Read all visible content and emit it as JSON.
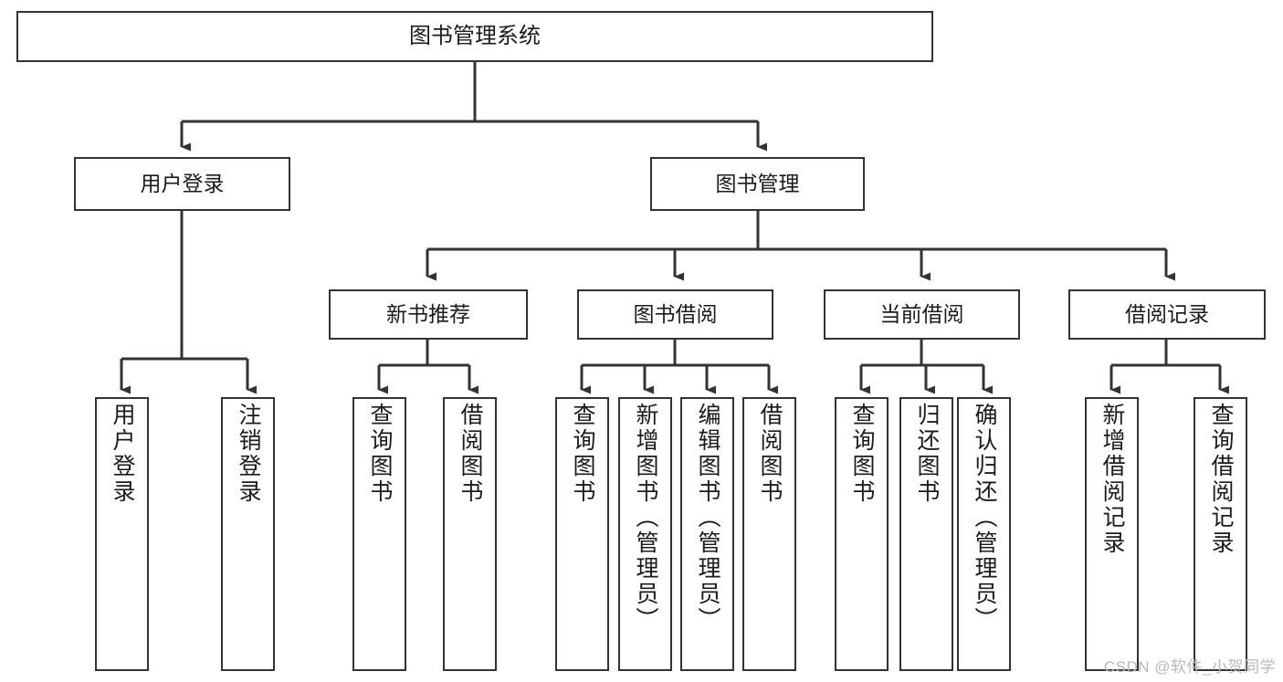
{
  "diagram": {
    "title": "图书管理系统",
    "watermark": "CSDN @软件_小贺同学",
    "stroke_color": "#333333",
    "background_color": "#ffffff",
    "text_color": "#1b1b1b",
    "levels": {
      "level1": [
        {
          "id": "root",
          "label": "图书管理系统"
        }
      ],
      "level2": [
        {
          "id": "user-login",
          "label": "用户登录"
        },
        {
          "id": "book-manage",
          "label": "图书管理"
        }
      ],
      "level3": [
        {
          "id": "new-book-recommend",
          "label": "新书推荐"
        },
        {
          "id": "book-borrow",
          "label": "图书借阅"
        },
        {
          "id": "current-borrow",
          "label": "当前借阅"
        },
        {
          "id": "borrow-record",
          "label": "借阅记录"
        }
      ],
      "leaves": [
        {
          "id": "leaf-user-login",
          "label": "用户登录",
          "parent": "user-login"
        },
        {
          "id": "leaf-logout-login",
          "label": "注销登录",
          "parent": "user-login"
        },
        {
          "id": "leaf-query-book-1",
          "label": "查询图书",
          "parent": "new-book-recommend"
        },
        {
          "id": "leaf-borrow-book-1",
          "label": "借阅图书",
          "parent": "new-book-recommend"
        },
        {
          "id": "leaf-query-book-2",
          "label": "查询图书",
          "parent": "book-borrow"
        },
        {
          "id": "leaf-add-book",
          "label": "新增图书（管理员）",
          "parent": "book-borrow"
        },
        {
          "id": "leaf-edit-book",
          "label": "编辑图书（管理员）",
          "parent": "book-borrow"
        },
        {
          "id": "leaf-borrow-book-2",
          "label": "借阅图书",
          "parent": "book-borrow"
        },
        {
          "id": "leaf-query-book-3",
          "label": "查询图书",
          "parent": "current-borrow"
        },
        {
          "id": "leaf-return-book",
          "label": "归还图书",
          "parent": "current-borrow"
        },
        {
          "id": "leaf-confirm-return",
          "label": "确认归还（管理员）",
          "parent": "current-borrow"
        },
        {
          "id": "leaf-add-record",
          "label": "新增借阅记录",
          "parent": "borrow-record"
        },
        {
          "id": "leaf-query-record",
          "label": "查询借阅记录",
          "parent": "borrow-record"
        }
      ]
    }
  }
}
